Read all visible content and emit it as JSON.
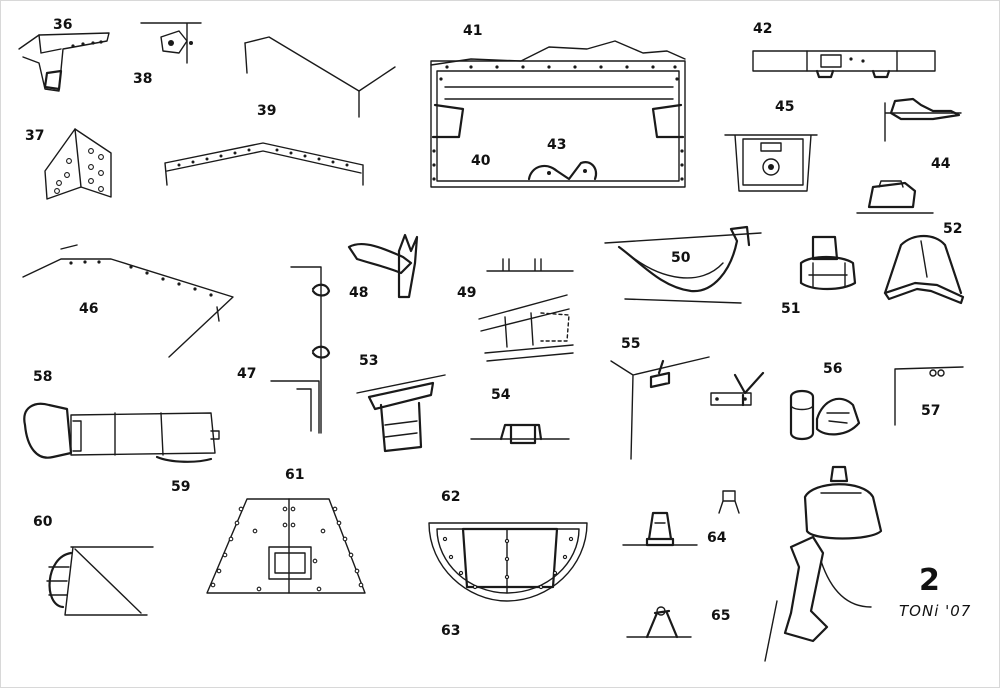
{
  "labels": {
    "p36": "36",
    "p37": "37",
    "p38": "38",
    "p39": "39",
    "p40": "40",
    "p41": "41",
    "p42": "42",
    "p43": "43",
    "p44": "44",
    "p45": "45",
    "p46": "46",
    "p47": "47",
    "p48": "48",
    "p49": "49",
    "p50": "50",
    "p51": "51",
    "p52": "52",
    "p53": "53",
    "p54": "54",
    "p55": "55",
    "p56": "56",
    "p57": "57",
    "p58": "58",
    "p59": "59",
    "p60": "60",
    "p61": "61",
    "p62": "62",
    "p63": "63",
    "p64": "64",
    "p65": "65"
  },
  "sheet_number": "2",
  "signature": "TONi '07",
  "ink_color": "#1a1a1a",
  "paper_color": "#ffffff"
}
